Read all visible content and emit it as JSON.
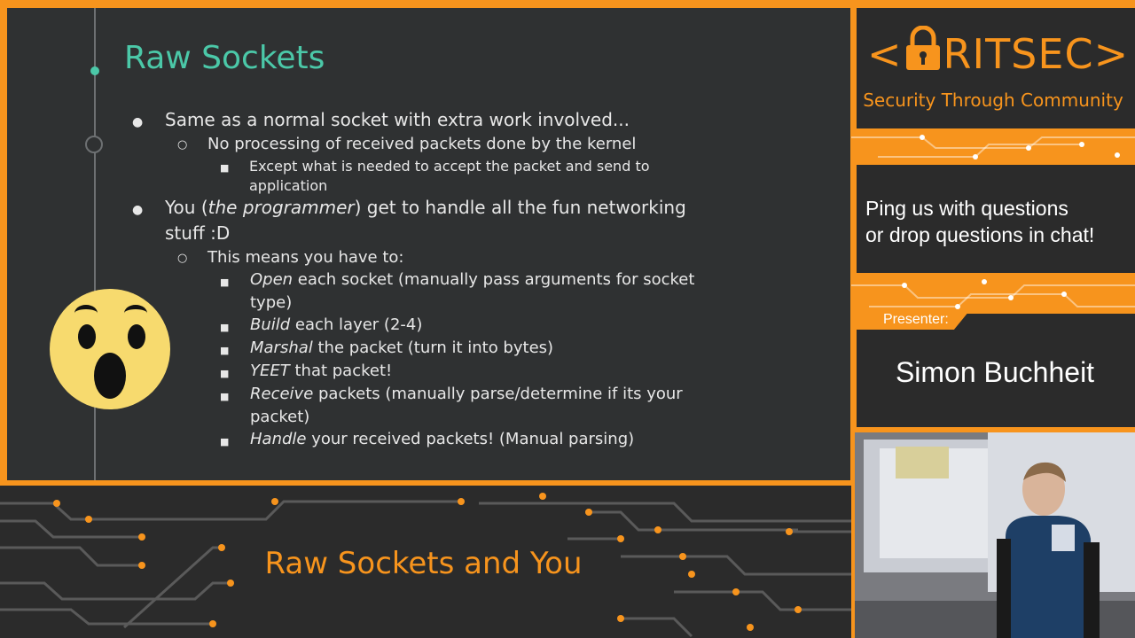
{
  "slide": {
    "title": "Raw Sockets",
    "bullets": {
      "b1": "Same as a normal socket with extra work involved...",
      "b1_1": "No processing of received packets done by the kernel",
      "b1_1_1_line1": "Except what is needed to accept the packet and send to",
      "b1_1_1_line2": "application",
      "b2_pre": "You (",
      "b2_em": "the programmer",
      "b2_post": ") get to handle all the fun networking",
      "b2_line2": "stuff :D",
      "b2_1": "This means you have to:",
      "steps": [
        {
          "em": "Open",
          "text": " each socket (manually pass arguments for socket",
          "line2": "type)"
        },
        {
          "em": "Build",
          "text": " each layer (2-4)"
        },
        {
          "em": "Marshal",
          "text": " the packet (turn it into bytes)"
        },
        {
          "em": "YEET",
          "text": " that packet!"
        },
        {
          "em": "Receive",
          "text": " packets (manually parse/determine if its your",
          "line2": "packet)"
        },
        {
          "em": "Handle",
          "text": " your received packets! (Manual parsing)"
        }
      ]
    },
    "markers": {
      "level1": "●",
      "level2": "○",
      "level3": "■"
    },
    "emoji": "surprised-face"
  },
  "stream": {
    "talk_title": "Raw Sockets and You",
    "brand_name": "RITSEC",
    "brand_left": "<",
    "brand_right": ">",
    "tagline": "Security Through Community",
    "ping_line1": "Ping us with questions",
    "ping_line2": "or drop questions in chat!",
    "presenter_label": "Presenter:",
    "presenter_name": "Simon Buchheit"
  },
  "colors": {
    "accent": "#f7941d",
    "slide_bg": "#2f3132",
    "title_teal": "#4bc8a8",
    "panel_bg": "#2b2b2b"
  }
}
